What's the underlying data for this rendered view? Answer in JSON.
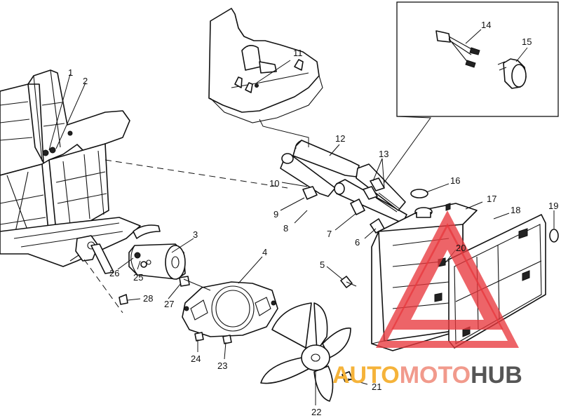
{
  "callouts": [
    "1",
    "2",
    "3",
    "4",
    "5",
    "6",
    "7",
    "8",
    "9",
    "10",
    "11",
    "12",
    "13",
    "14",
    "15",
    "16",
    "17",
    "18",
    "19",
    "20",
    "21",
    "22",
    "23",
    "24",
    "25",
    "26",
    "27",
    "28"
  ],
  "watermark": {
    "part1": "AUTO",
    "part2": "MOTO",
    "part3": "HUB",
    "color1": "#f5b33a",
    "color2": "#f19a8c",
    "color3": "#555555",
    "triangle_color": "#e8383d"
  }
}
